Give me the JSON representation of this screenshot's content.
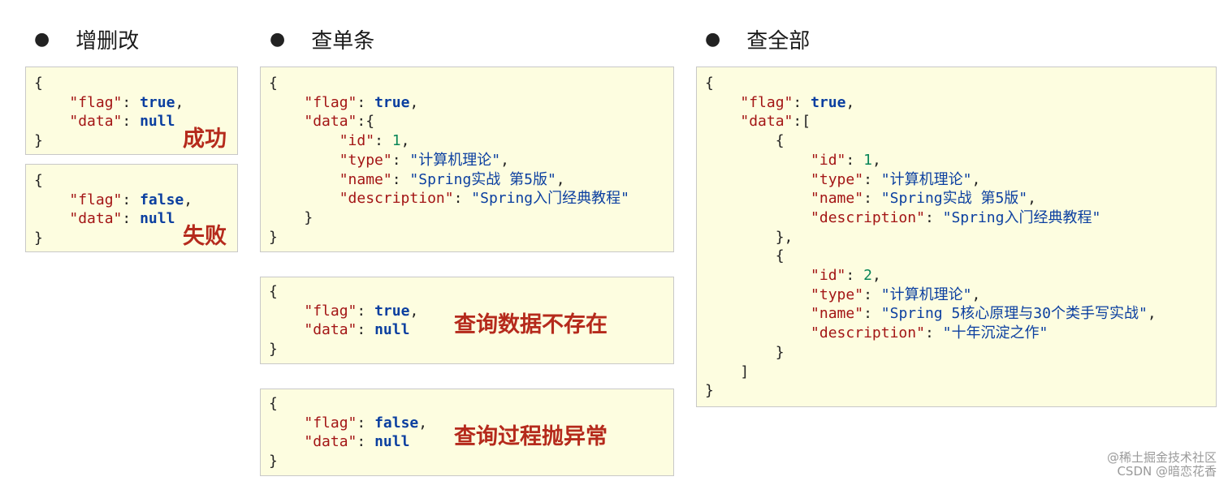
{
  "headings": {
    "crud": "增删改",
    "single": "查单条",
    "all": "查全部"
  },
  "bullet": "●",
  "labels": {
    "success": "成功",
    "failure": "失败",
    "not_found": "查询数据不存在",
    "exception": "查询过程抛异常"
  },
  "json": {
    "flag_key": "\"flag\"",
    "data_key": "\"data\"",
    "id_key": "\"id\"",
    "type_key": "\"type\"",
    "name_key": "\"name\"",
    "desc_key": "\"description\"",
    "true_val": "true",
    "false_val": "false",
    "null_val": "null",
    "book1": {
      "id": "1",
      "type": "\"计算机理论\"",
      "name": "\"Spring实战 第5版\"",
      "description": "\"Spring入门经典教程\""
    },
    "book2": {
      "id": "2",
      "type": "\"计算机理论\"",
      "name": "\"Spring 5核心原理与30个类手写实战\"",
      "description": "\"十年沉淀之作\""
    }
  },
  "watermark": {
    "line1": "@稀土掘金技术社区",
    "line2": "CSDN @暗恋花香"
  }
}
